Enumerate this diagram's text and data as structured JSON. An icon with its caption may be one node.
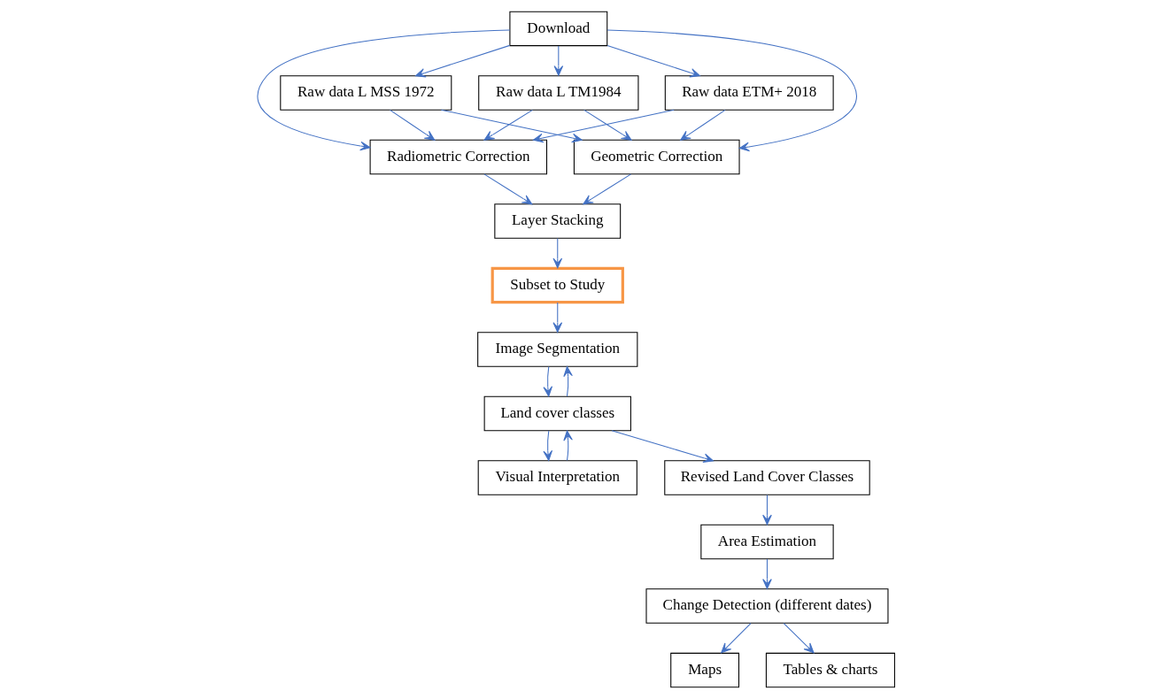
{
  "diagram": {
    "nodes": [
      {
        "text": [
          "Download"
        ]
      },
      {
        "text": [
          "Raw data L MSS 1972"
        ]
      },
      {
        "text": [
          "Raw data L TM1984"
        ]
      },
      {
        "text": [
          "Raw data ETM+ 2018"
        ]
      },
      {
        "text": [
          "Radiometric Correction"
        ]
      },
      {
        "text": [
          "Geometric Correction"
        ]
      },
      {
        "text": [
          "Layer Stacking"
        ]
      },
      {
        "text": [
          "Subset to Study"
        ]
      },
      {
        "text": [
          "Visual Interpretation"
        ]
      },
      {
        "text": [
          "Image Segmentation"
        ]
      },
      {
        "text": [
          "Land cover classes"
        ]
      },
      {
        "text": [
          "Revised Land Cover Classes"
        ]
      },
      {
        "text": [
          "Area Estimation"
        ]
      },
      {
        "text": [
          "Change Detection (different dates)"
        ]
      },
      {
        "text": [
          "Maps"
        ]
      },
      {
        "text": [
          "Tables & charts"
        ]
      }
    ],
    "edges": [
      {
        "from": 0,
        "to": 1,
        "arrow": "to"
      },
      {
        "from": 0,
        "to": 2,
        "arrow": "to"
      },
      {
        "from": 0,
        "to": 3,
        "arrow": "to"
      },
      {
        "from": 0,
        "to": 4,
        "arrow": "to"
      },
      {
        "from": 0,
        "to": 5,
        "arrow": "to"
      },
      {
        "from": 1,
        "to": 4,
        "arrow": "to"
      },
      {
        "from": 1,
        "to": 5,
        "arrow": "to"
      },
      {
        "from": 2,
        "to": 4,
        "arrow": "to"
      },
      {
        "from": 2,
        "to": 5,
        "arrow": "to"
      },
      {
        "from": 3,
        "to": 4,
        "arrow": "to"
      },
      {
        "from": 3,
        "to": 5,
        "arrow": "to"
      },
      {
        "from": 4,
        "to": 6,
        "arrow": "to"
      },
      {
        "from": 5,
        "to": 6,
        "arrow": "to"
      },
      {
        "from": 6,
        "to": 7,
        "arrow": "to"
      },
      {
        "from": 7,
        "to": 9,
        "arrow": "to"
      },
      {
        "from": 8,
        "to": 10,
        "arrow": "to"
      },
      {
        "from": 9,
        "to": 10,
        "arrow": "to"
      },
      {
        "from": 10,
        "to": 8,
        "arrow": "to"
      },
      {
        "from": 10,
        "to": 9,
        "arrow": "to"
      },
      {
        "from": 10,
        "to": 11,
        "arrow": "to"
      },
      {
        "from": 11,
        "to": 12,
        "arrow": "to"
      },
      {
        "from": 12,
        "to": 13,
        "arrow": "to"
      },
      {
        "from": 13,
        "to": 14,
        "arrow": "to"
      },
      {
        "from": 13,
        "to": 15,
        "arrow": "to"
      }
    ]
  }
}
